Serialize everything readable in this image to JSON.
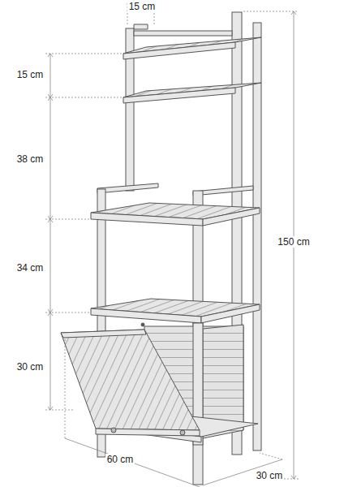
{
  "diagram": {
    "labels": [
      "15 cm",
      "15 cm",
      "38 cm",
      "34 cm",
      "30 cm",
      "150 cm",
      "60 cm",
      "30 cm"
    ]
  }
}
